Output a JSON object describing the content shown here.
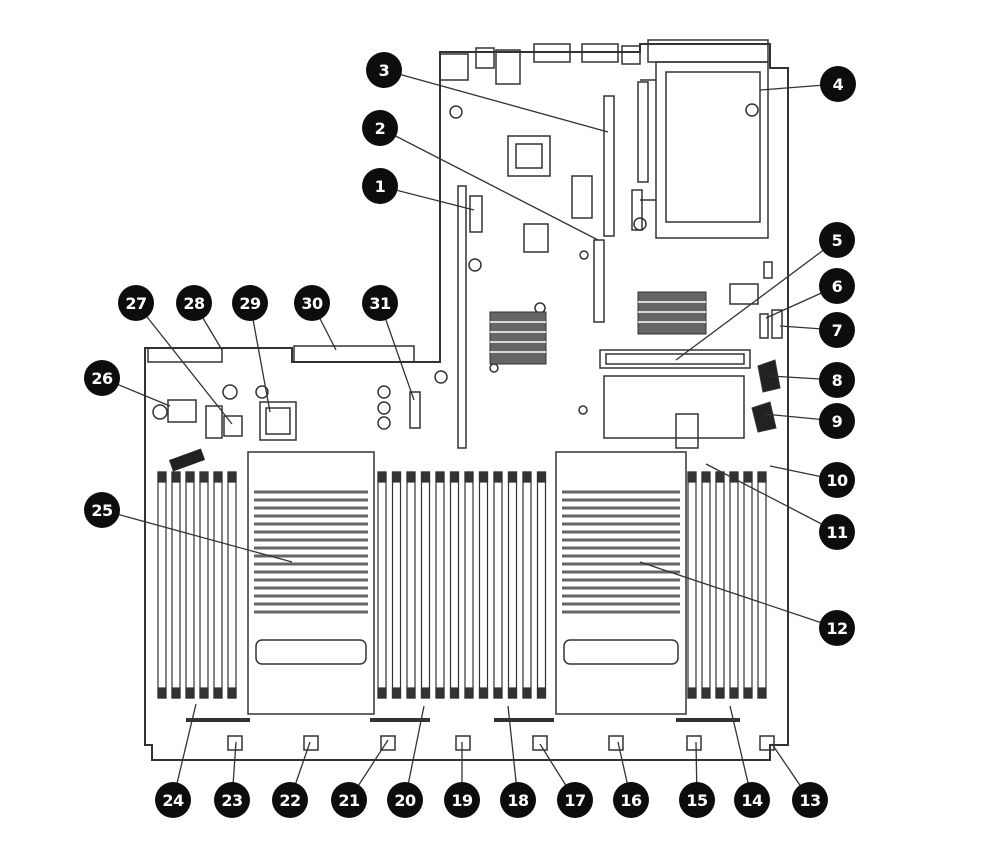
{
  "callouts": [
    {
      "label": "1"
    },
    {
      "label": "2"
    },
    {
      "label": "3"
    },
    {
      "label": "4"
    },
    {
      "label": "5"
    },
    {
      "label": "6"
    },
    {
      "label": "7"
    },
    {
      "label": "8"
    },
    {
      "label": "9"
    },
    {
      "label": "10"
    },
    {
      "label": "11"
    },
    {
      "label": "12"
    },
    {
      "label": "13"
    },
    {
      "label": "14"
    },
    {
      "label": "15"
    },
    {
      "label": "16"
    },
    {
      "label": "17"
    },
    {
      "label": "18"
    },
    {
      "label": "19"
    },
    {
      "label": "20"
    },
    {
      "label": "21"
    },
    {
      "label": "22"
    },
    {
      "label": "23"
    },
    {
      "label": "24"
    },
    {
      "label": "25"
    },
    {
      "label": "26"
    },
    {
      "label": "27"
    },
    {
      "label": "28"
    },
    {
      "label": "29"
    },
    {
      "label": "30"
    },
    {
      "label": "31"
    }
  ],
  "colors": {
    "line": "#333333",
    "callout_fill": "#0d0d0d",
    "callout_text": "#ffffff",
    "heatsink": "#555555"
  }
}
